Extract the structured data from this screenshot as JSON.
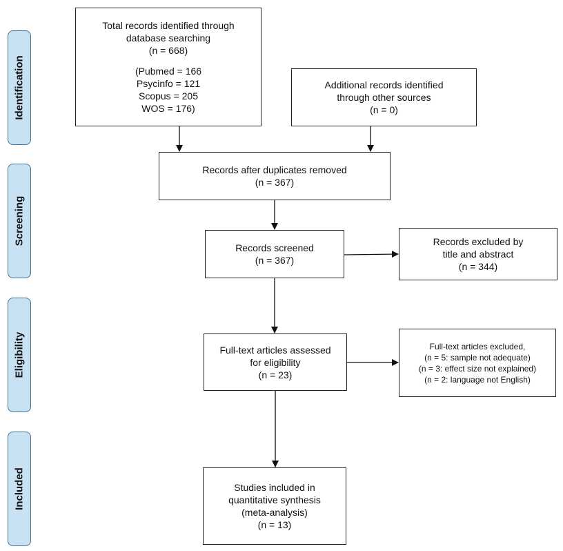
{
  "phases": [
    "Identification",
    "Screening",
    "Eligibility",
    "Included"
  ],
  "boxes": {
    "total_records": {
      "lines": [
        "Total records identified through",
        "database searching",
        "(n = 668)"
      ],
      "sources": [
        "(Pubmed = 166",
        "Psycinfo = 121",
        "Scopus = 205",
        "WOS = 176)"
      ]
    },
    "additional_records": {
      "lines": [
        "Additional records identified",
        "through other sources",
        "(n = 0)"
      ]
    },
    "after_duplicates": {
      "lines": [
        "Records after duplicates removed",
        "(n = 367)"
      ]
    },
    "screened": {
      "lines": [
        "Records screened",
        "(n = 367)"
      ]
    },
    "excluded_title": {
      "lines": [
        "Records excluded by",
        "title and abstract",
        "(n = 344)"
      ]
    },
    "fulltext_assessed": {
      "lines": [
        "Full-text articles assessed",
        "for eligibility",
        "(n = 23)"
      ]
    },
    "fulltext_excluded": {
      "lines": [
        "Full-text articles excluded,",
        "(n = 5: sample not adequate)",
        "(n = 3: effect size not explained)",
        "(n = 2: language not English)"
      ]
    },
    "included": {
      "lines": [
        "Studies included in",
        "quantitative synthesis",
        "(meta-analysis)",
        "(n = 13)"
      ]
    }
  }
}
